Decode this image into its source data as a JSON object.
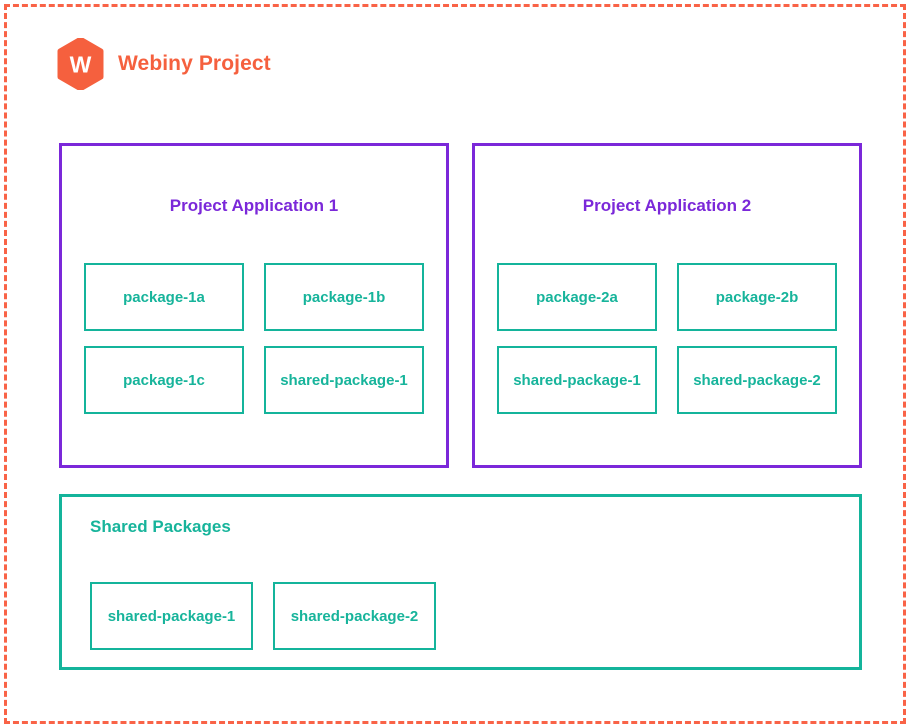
{
  "header": {
    "title": "Webiny Project",
    "logo_icon": "webiny-hexagon-logo",
    "logo_letter": "W"
  },
  "colors": {
    "boundary": "#F96347",
    "brand": "#F5603E",
    "application": "#7B28D9",
    "package": "#14B49B",
    "background": "#FFFFFF"
  },
  "applications": [
    {
      "title": "Project Application 1",
      "packages": [
        {
          "label": "package-1a"
        },
        {
          "label": "package-1b"
        },
        {
          "label": "package-1c"
        },
        {
          "label": "shared-package-1"
        }
      ]
    },
    {
      "title": "Project Application 2",
      "packages": [
        {
          "label": "package-2a"
        },
        {
          "label": "package-2b"
        },
        {
          "label": "shared-package-1"
        },
        {
          "label": "shared-package-2"
        }
      ]
    }
  ],
  "shared_packages": {
    "title": "Shared Packages",
    "packages": [
      {
        "label": "shared-package-1"
      },
      {
        "label": "shared-package-2"
      }
    ]
  }
}
